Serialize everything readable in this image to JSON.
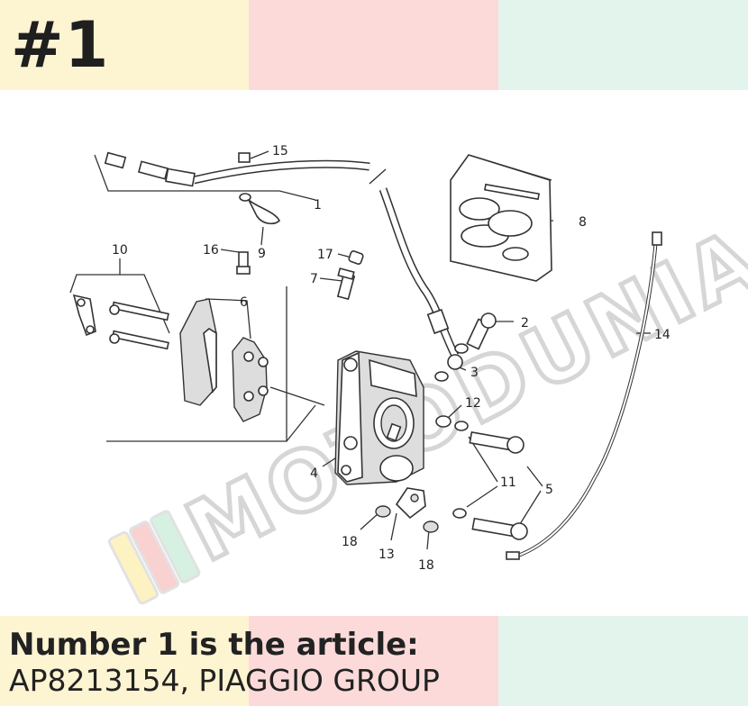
{
  "header": {
    "number_title": "#1"
  },
  "caption": {
    "heading": "Number 1 is the article:",
    "article": "AP8213154, PIAGGIO GROUP"
  },
  "watermark": {
    "text": "MOTODUNIA"
  },
  "diagram": {
    "callouts": [
      "1",
      "2",
      "3",
      "4",
      "5",
      "6",
      "7",
      "8",
      "9",
      "10",
      "11",
      "12",
      "13",
      "14",
      "15",
      "16",
      "17",
      "18",
      "18"
    ]
  },
  "colors": {
    "band_yellow": "#fdf4d2",
    "band_pink": "#fcdada",
    "band_green": "#e3f4ec",
    "title_text": "#1f1f1f"
  }
}
